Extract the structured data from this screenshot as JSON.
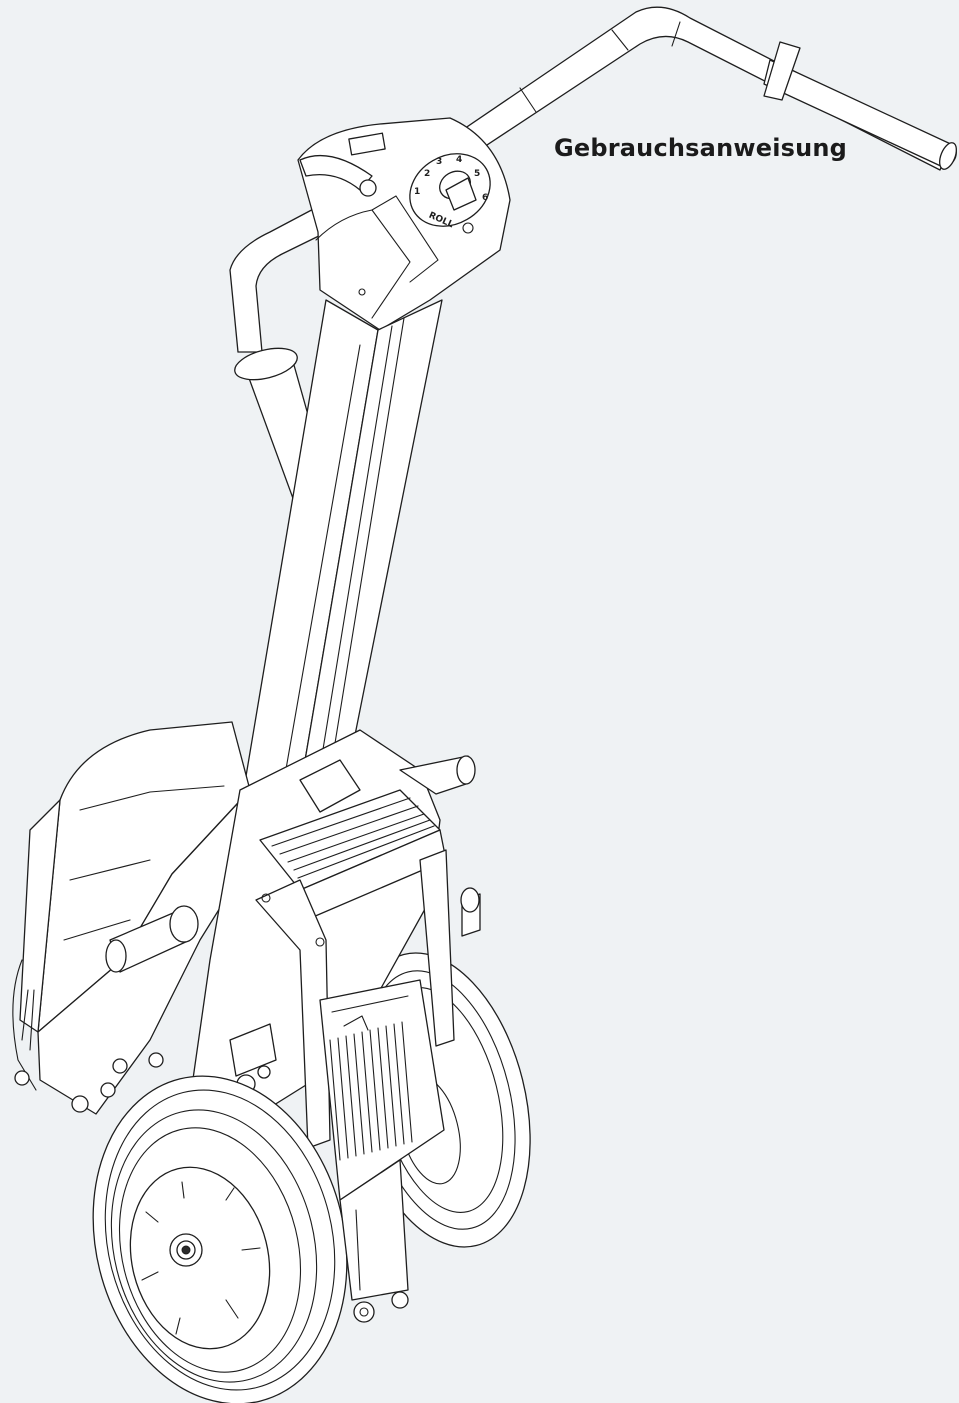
{
  "document": {
    "title": "Gebrauchsanweisung"
  },
  "illustration": {
    "speed_dial": {
      "positions": [
        "1",
        "2",
        "3",
        "4",
        "5",
        "6"
      ],
      "mode_label": "ROLL"
    }
  },
  "colors": {
    "background": "#eff2f4",
    "line": "#1e1e1e",
    "fill": "#ffffff"
  }
}
